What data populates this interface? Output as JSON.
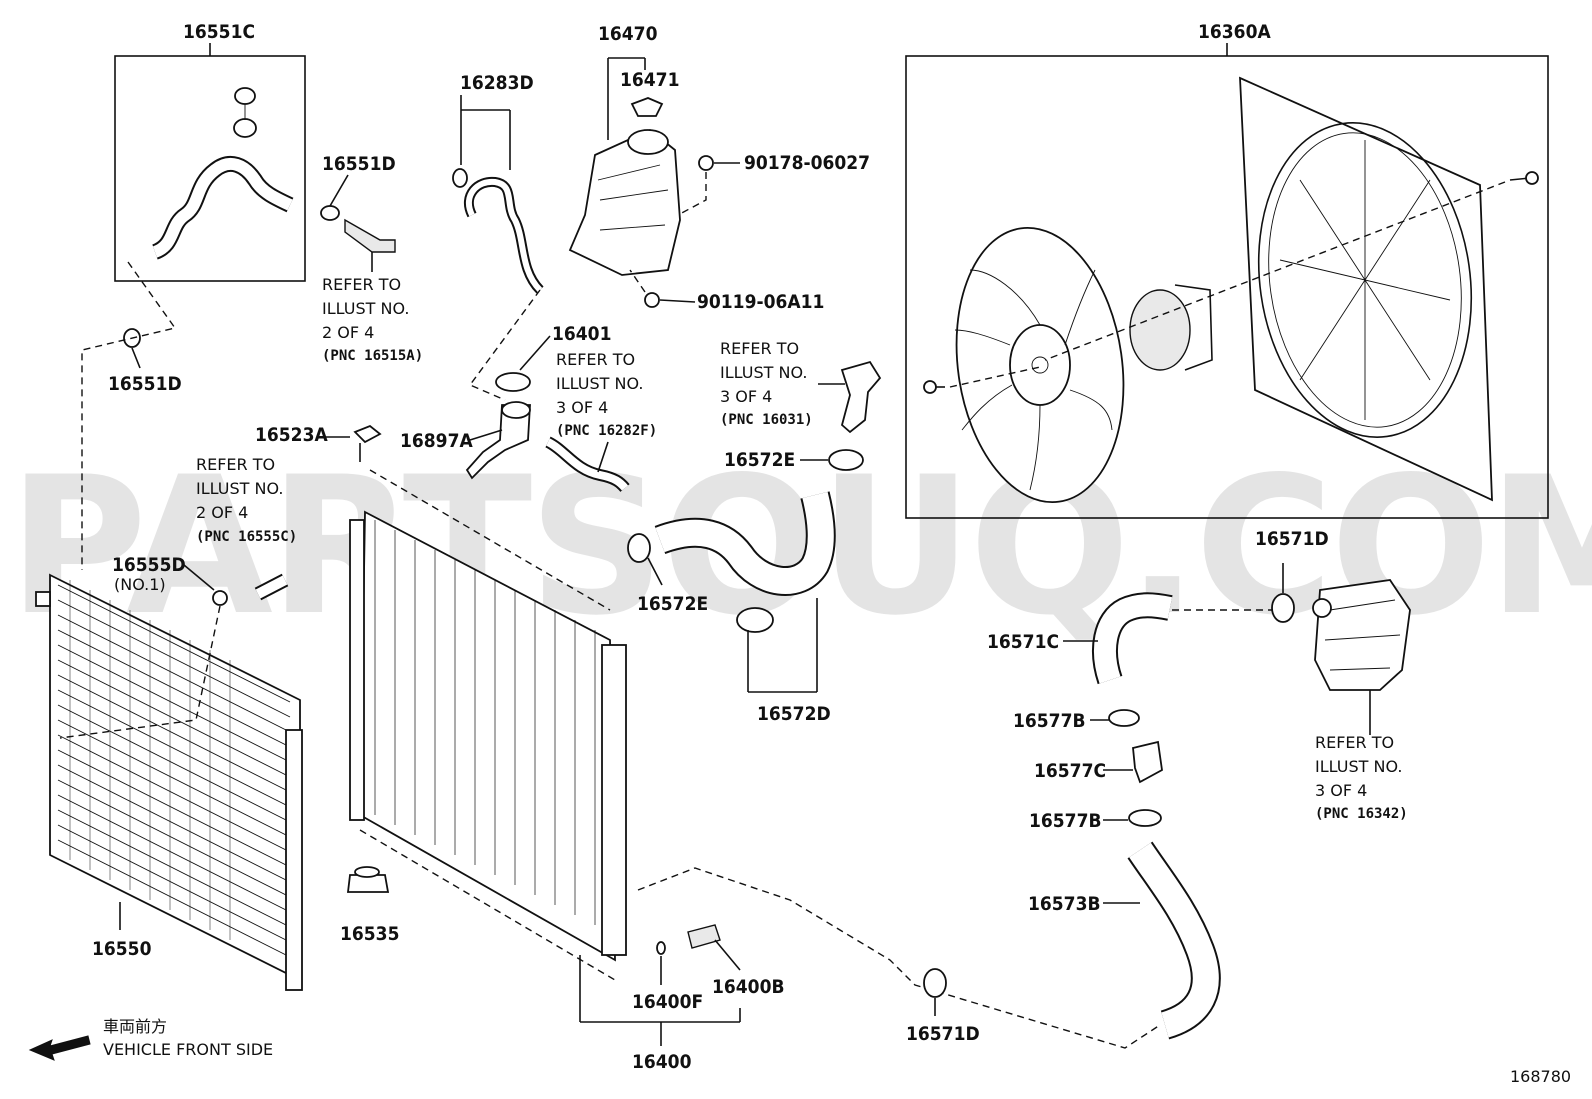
{
  "watermark": "PARTSOUQ.COM",
  "illustration_number": "168780",
  "direction": {
    "label_jp": "車両前方",
    "label_en": "VEHICLE FRONT SIDE"
  },
  "parts": {
    "p16551C": "16551C",
    "p16551D_a": "16551D",
    "p16551D_b": "16551D",
    "p16470": "16470",
    "p16471": "16471",
    "p16283D": "16283D",
    "p90178": "90178-06027",
    "p90119": "90119-06A11",
    "p16360A": "16360A",
    "p16401": "16401",
    "p16523A": "16523A",
    "p16897A": "16897A",
    "p16572E_a": "16572E",
    "p16572E_b": "16572E",
    "p16555D": "16555D",
    "p16555D_no": "(NO.1)",
    "p16571D_a": "16571D",
    "p16571D_b": "16571D",
    "p16571C": "16571C",
    "p16577B_a": "16577B",
    "p16577B_b": "16577B",
    "p16577C": "16577C",
    "p16573B": "16573B",
    "p16572D": "16572D",
    "p16550": "16550",
    "p16535": "16535",
    "p16400F": "16400F",
    "p16400B": "16400B",
    "p16400": "16400"
  },
  "refs": {
    "r1": {
      "l1": "REFER TO",
      "l2": "ILLUST NO.",
      "l3": "2 OF 4",
      "pnc": "(PNC 16515A)"
    },
    "r2": {
      "l1": "REFER TO",
      "l2": "ILLUST NO.",
      "l3": "3 OF 4",
      "pnc": "(PNC 16282F)"
    },
    "r3": {
      "l1": "REFER TO",
      "l2": "ILLUST NO.",
      "l3": "3 OF 4",
      "pnc": "(PNC 16031)"
    },
    "r4": {
      "l1": "REFER TO",
      "l2": "ILLUST NO.",
      "l3": "2 OF 4",
      "pnc": "(PNC 16555C)"
    },
    "r5": {
      "l1": "REFER TO",
      "l2": "ILLUST NO.",
      "l3": "3 OF 4",
      "pnc": "(PNC 16342)"
    }
  }
}
